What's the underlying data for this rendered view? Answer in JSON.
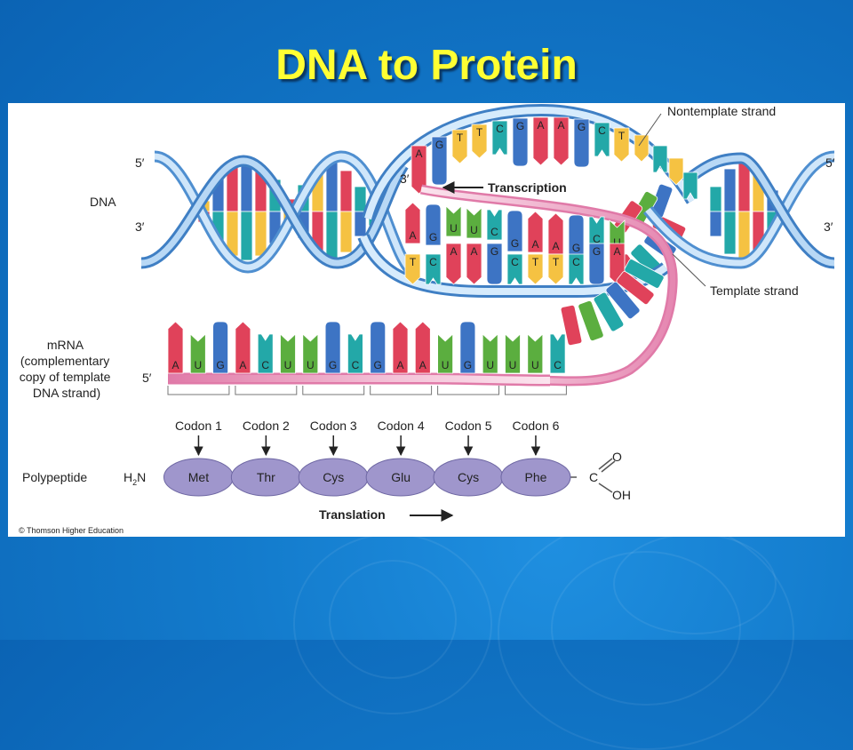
{
  "slide": {
    "title": "DNA to Protein"
  },
  "figure": {
    "labels": {
      "nontemplate_strand": "Nontemplate strand",
      "template_strand": "Template strand",
      "dna": "DNA",
      "transcription": "Transcription",
      "translation": "Translation",
      "polypeptide": "Polypeptide",
      "mrna_lines": [
        "mRNA",
        "(complementary",
        "copy of template",
        "DNA strand)"
      ],
      "five_prime": "5′",
      "three_prime": "3′",
      "amine": "H",
      "amine_sub": "2",
      "amine_n": "N",
      "carboxyl_c": "C",
      "carboxyl_o": "O",
      "carboxyl_oh": "OH",
      "copyright": "© Thomson Higher Education"
    },
    "nontemplate_bases": [
      "A",
      "G",
      "T",
      "T",
      "C",
      "G",
      "A",
      "A",
      "G",
      "C",
      "T"
    ],
    "rna_in_bubble": [
      "A",
      "G",
      "U",
      "U",
      "C",
      "G",
      "A",
      "A",
      "G",
      "C",
      "U"
    ],
    "template_bases": [
      "T",
      "C",
      "A",
      "A",
      "G",
      "C",
      "T",
      "T",
      "C",
      "G",
      "A"
    ],
    "mrna_bases": [
      "A",
      "U",
      "G",
      "A",
      "C",
      "U",
      "U",
      "G",
      "C",
      "G",
      "A",
      "A",
      "U",
      "G",
      "U",
      "U",
      "U",
      "C"
    ],
    "codons": [
      "Codon 1",
      "Codon 2",
      "Codon 3",
      "Codon 4",
      "Codon 5",
      "Codon 6"
    ],
    "amino_acids": [
      "Met",
      "Thr",
      "Cys",
      "Glu",
      "Cys",
      "Phe"
    ],
    "base_colors": {
      "A": "#e0425a",
      "T": "#f5c242",
      "U": "#5bae3f",
      "G": "#3d74c4",
      "C": "#23a8a8"
    }
  }
}
